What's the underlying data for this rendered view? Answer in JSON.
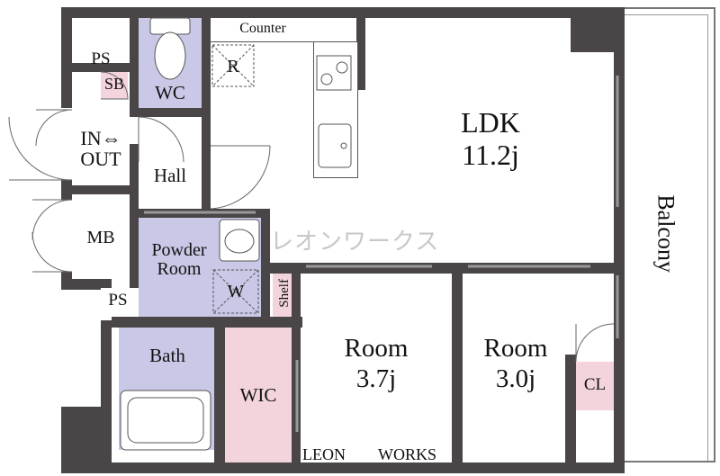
{
  "rooms": {
    "ldk_name": "LDK",
    "ldk_size": "11.2j",
    "room1_name": "Room",
    "room1_size": "3.7j",
    "room2_name": "Room",
    "room2_size": "3.0j",
    "balcony": "Balcony",
    "wc": "WC",
    "hall": "Hall",
    "powder_room": "Powder\nRoom",
    "bath": "Bath",
    "wic": "WIC",
    "cl": "CL",
    "mb": "MB",
    "ps_top": "PS",
    "ps_bottom": "PS",
    "sb": "SB",
    "entrance": "IN⇔\nOUT",
    "counter": "Counter",
    "refrigerator": "R",
    "washer": "W",
    "shelf": "Shelf"
  },
  "watermark": {
    "center": "レオンワークス",
    "bottom_left": "LEON",
    "bottom_right": "WORKS"
  },
  "colors": {
    "wall": "#4a4648",
    "wet_area": "#c9c8e6",
    "storage": "#f3d3dc"
  }
}
